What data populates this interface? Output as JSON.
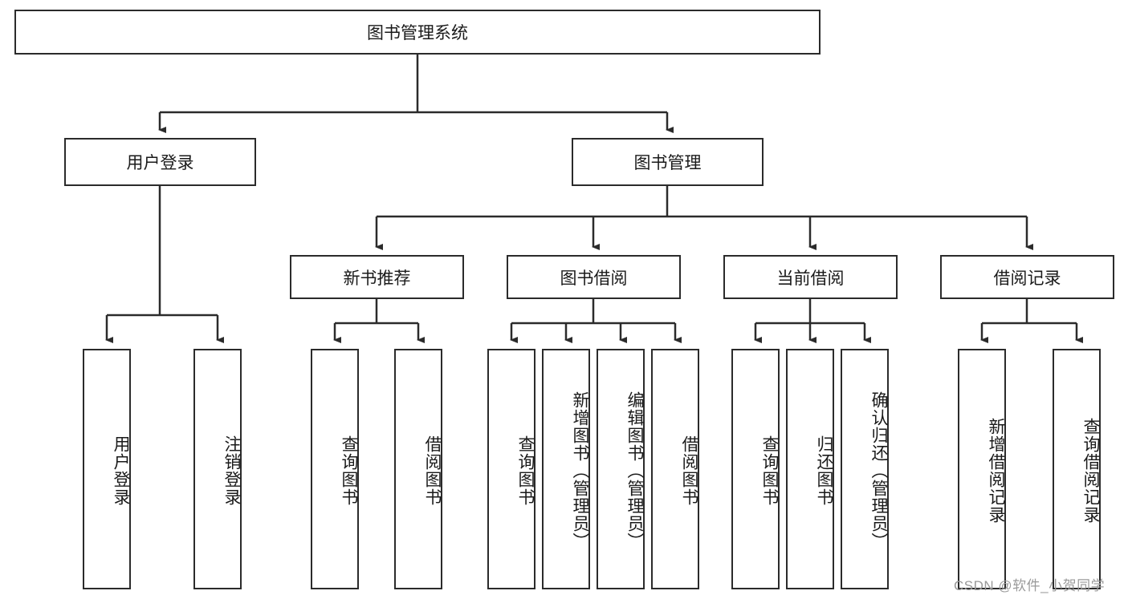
{
  "diagram": {
    "title": "图书管理系统",
    "type": "functional-decomposition-tree",
    "root": {
      "id": "root",
      "label": "图书管理系统"
    },
    "level2": [
      {
        "id": "user-login",
        "label": "用户登录"
      },
      {
        "id": "book-management",
        "label": "图书管理"
      }
    ],
    "level3": [
      {
        "id": "new-book-recommend",
        "label": "新书推荐"
      },
      {
        "id": "book-borrow",
        "label": "图书借阅"
      },
      {
        "id": "current-borrow",
        "label": "当前借阅"
      },
      {
        "id": "borrow-record",
        "label": "借阅记录"
      }
    ],
    "leaves": [
      {
        "id": "leaf-user-login",
        "label": "用户登录",
        "parent": "user-login"
      },
      {
        "id": "leaf-logout-login",
        "label": "注销登录",
        "parent": "user-login"
      },
      {
        "id": "leaf-query-book-1",
        "label": "查询图书",
        "parent": "new-book-recommend"
      },
      {
        "id": "leaf-borrow-book-1",
        "label": "借阅图书",
        "parent": "new-book-recommend"
      },
      {
        "id": "leaf-query-book-2",
        "label": "查询图书",
        "parent": "book-borrow"
      },
      {
        "id": "leaf-add-book",
        "label": "新增图书（管理员）",
        "parent": "book-borrow"
      },
      {
        "id": "leaf-edit-book",
        "label": "编辑图书（管理员）",
        "parent": "book-borrow"
      },
      {
        "id": "leaf-borrow-book-2",
        "label": "借阅图书",
        "parent": "book-borrow"
      },
      {
        "id": "leaf-query-book-3",
        "label": "查询图书",
        "parent": "current-borrow"
      },
      {
        "id": "leaf-return-book",
        "label": "归还图书",
        "parent": "current-borrow"
      },
      {
        "id": "leaf-confirm-return",
        "label": "确认归还（管理员）",
        "parent": "current-borrow"
      },
      {
        "id": "leaf-add-record",
        "label": "新增借阅记录",
        "parent": "borrow-record"
      },
      {
        "id": "leaf-query-record",
        "label": "查询借阅记录",
        "parent": "borrow-record"
      }
    ]
  },
  "watermark": {
    "text": "CSDN @软件_小贺同学"
  },
  "colors": {
    "stroke": "#2b2b2b",
    "background": "#ffffff",
    "text": "#1a1a1a",
    "watermark": "#9a9a9a"
  }
}
